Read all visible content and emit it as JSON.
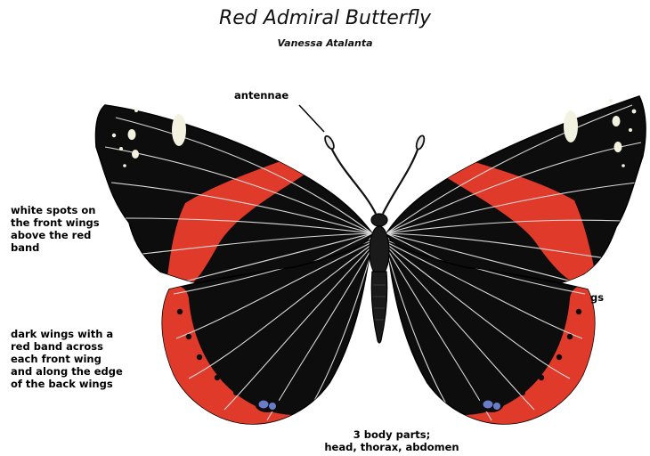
{
  "header": {
    "title": "Red Admiral Butterfly",
    "subtitle": "Vanessa Atalanta"
  },
  "labels": {
    "antennae": "antennae",
    "white_spots": "white spots on\nthe front wings\nabove the red\nband",
    "dark_wings": "dark wings with a\nred band across\neach front wing\nand along the edge\nof the back wings",
    "body_parts": "3 body parts;\nhead, thorax, abdomen",
    "cut_off": "gs"
  },
  "colors": {
    "wing_black": "#0d0d0d",
    "red_band": "#e03a2a",
    "vein": "#d9d9d9",
    "white_spot": "#f3f1df",
    "blue_eyespot": "#6a7cc9"
  }
}
